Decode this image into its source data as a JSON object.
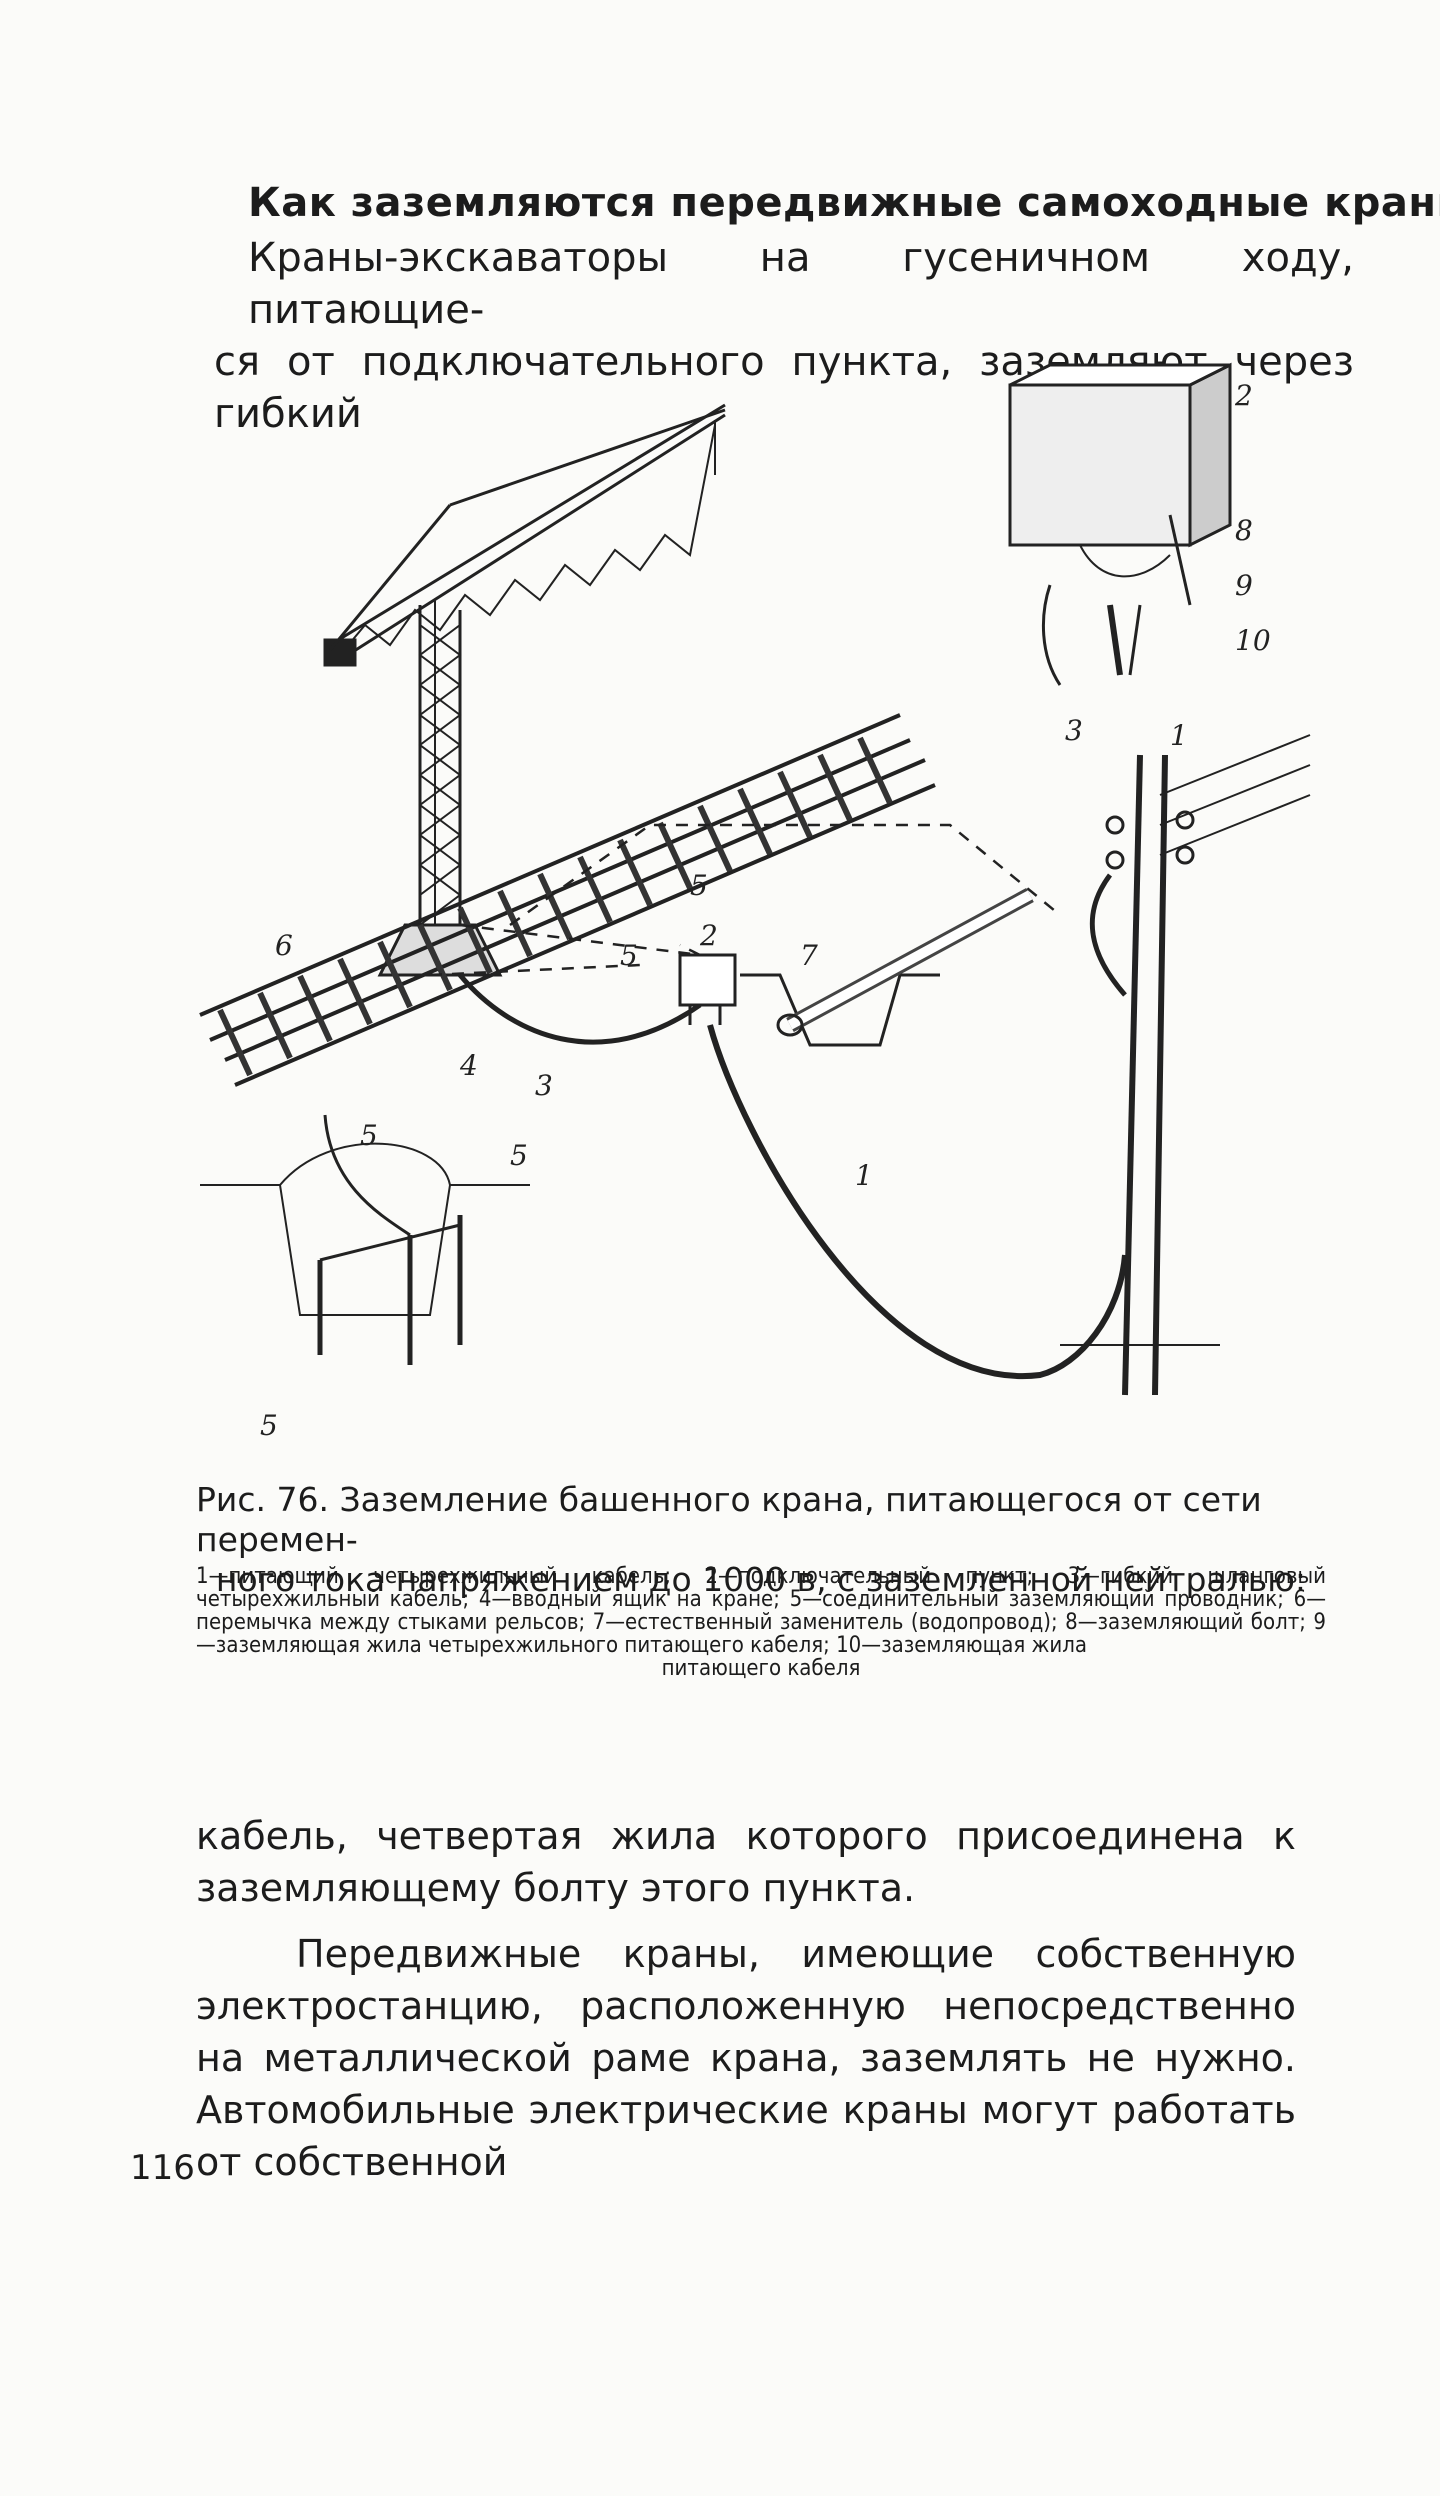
{
  "heading": "Как заземляются передвижные самоходные краны?",
  "intro": {
    "line1": "Краны-экскаваторы на гусеничном ходу, питающие-",
    "line2": "ся от подключательного пункта, заземляют через гибкий"
  },
  "figure": {
    "callouts": {
      "c1": "1",
      "c1b": "1",
      "c2": "2",
      "c2b": "2",
      "c3": "3",
      "c3b": "3",
      "c4": "4",
      "c5": "5",
      "c5b": "5",
      "c5c": "5",
      "c5d": "5",
      "c5e": "5",
      "c6": "6",
      "c7": "7",
      "c8": "8",
      "c9": "9",
      "c10": "10"
    }
  },
  "caption": {
    "title_line1": "Рис. 76. Заземление башенного крана, питающегося от сети перемен-",
    "title_line2": "ного тока напряжением до 1000 в, с заземленной нейтралью:",
    "legend": "1—питающий четырехжильный кабель; 2—подключательный пункт; 3—гибкий шланговый четырехжильный кабель; 4—вводный ящик на кране; 5—соединительный заземляющий проводник; 6—перемычка между стыками рельсов; 7—естественный заменитель (водопровод); 8—заземляющий болт; 9—заземляющая жила четырехжильного питающего кабеля; 10—заземляющая жила",
    "legend_last": "питающего кабеля"
  },
  "body": {
    "p1": "кабель, четвертая жила которого присоединена к заземляющему болту этого пункта.",
    "p2": "Передвижные краны, имеющие собственную электростанцию, расположенную непосредственно на металлической раме крана, заземлять не нужно. Автомобильные электрические краны могут работать от собственной"
  },
  "page_number": "116"
}
